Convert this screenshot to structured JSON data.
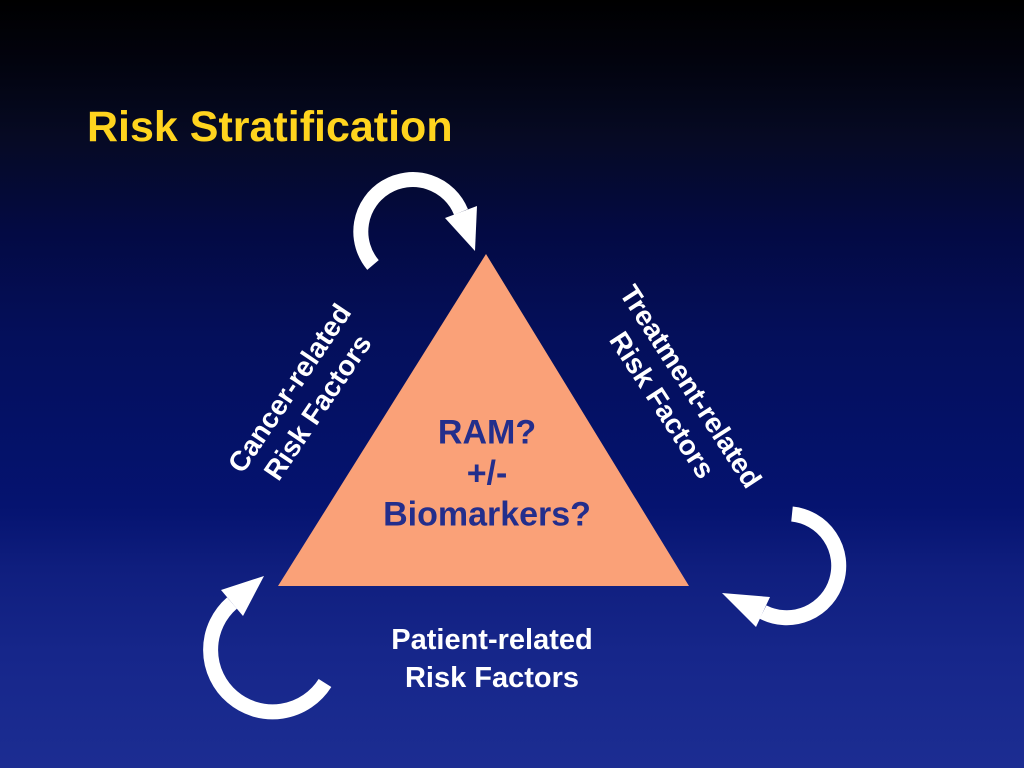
{
  "title": "Risk Stratification",
  "triangle": {
    "center_lines": {
      "line1": "RAM?",
      "line2": "+/-",
      "line3": "Biomarkers?"
    }
  },
  "labels": {
    "cancer": {
      "line1": "Cancer-related",
      "line2": "Risk Factors"
    },
    "treatment": {
      "line1": "Treatment-related",
      "line2": "Risk Factors"
    },
    "patient": {
      "line1": "Patient-related",
      "line2": "Risk Factors"
    }
  },
  "icons": {
    "top_arrow": "clockwise-cycle-arrow",
    "bottom_right_arrow": "clockwise-cycle-arrow",
    "bottom_left_arrow": "clockwise-cycle-arrow"
  },
  "colors": {
    "background_top": "#000000",
    "background_bottom": "#1c2d92",
    "title_text": "#ffd41e",
    "triangle_fill": "#faa178",
    "center_text": "#232e8c",
    "label_text": "#ffffff",
    "arrow": "#ffffff"
  }
}
